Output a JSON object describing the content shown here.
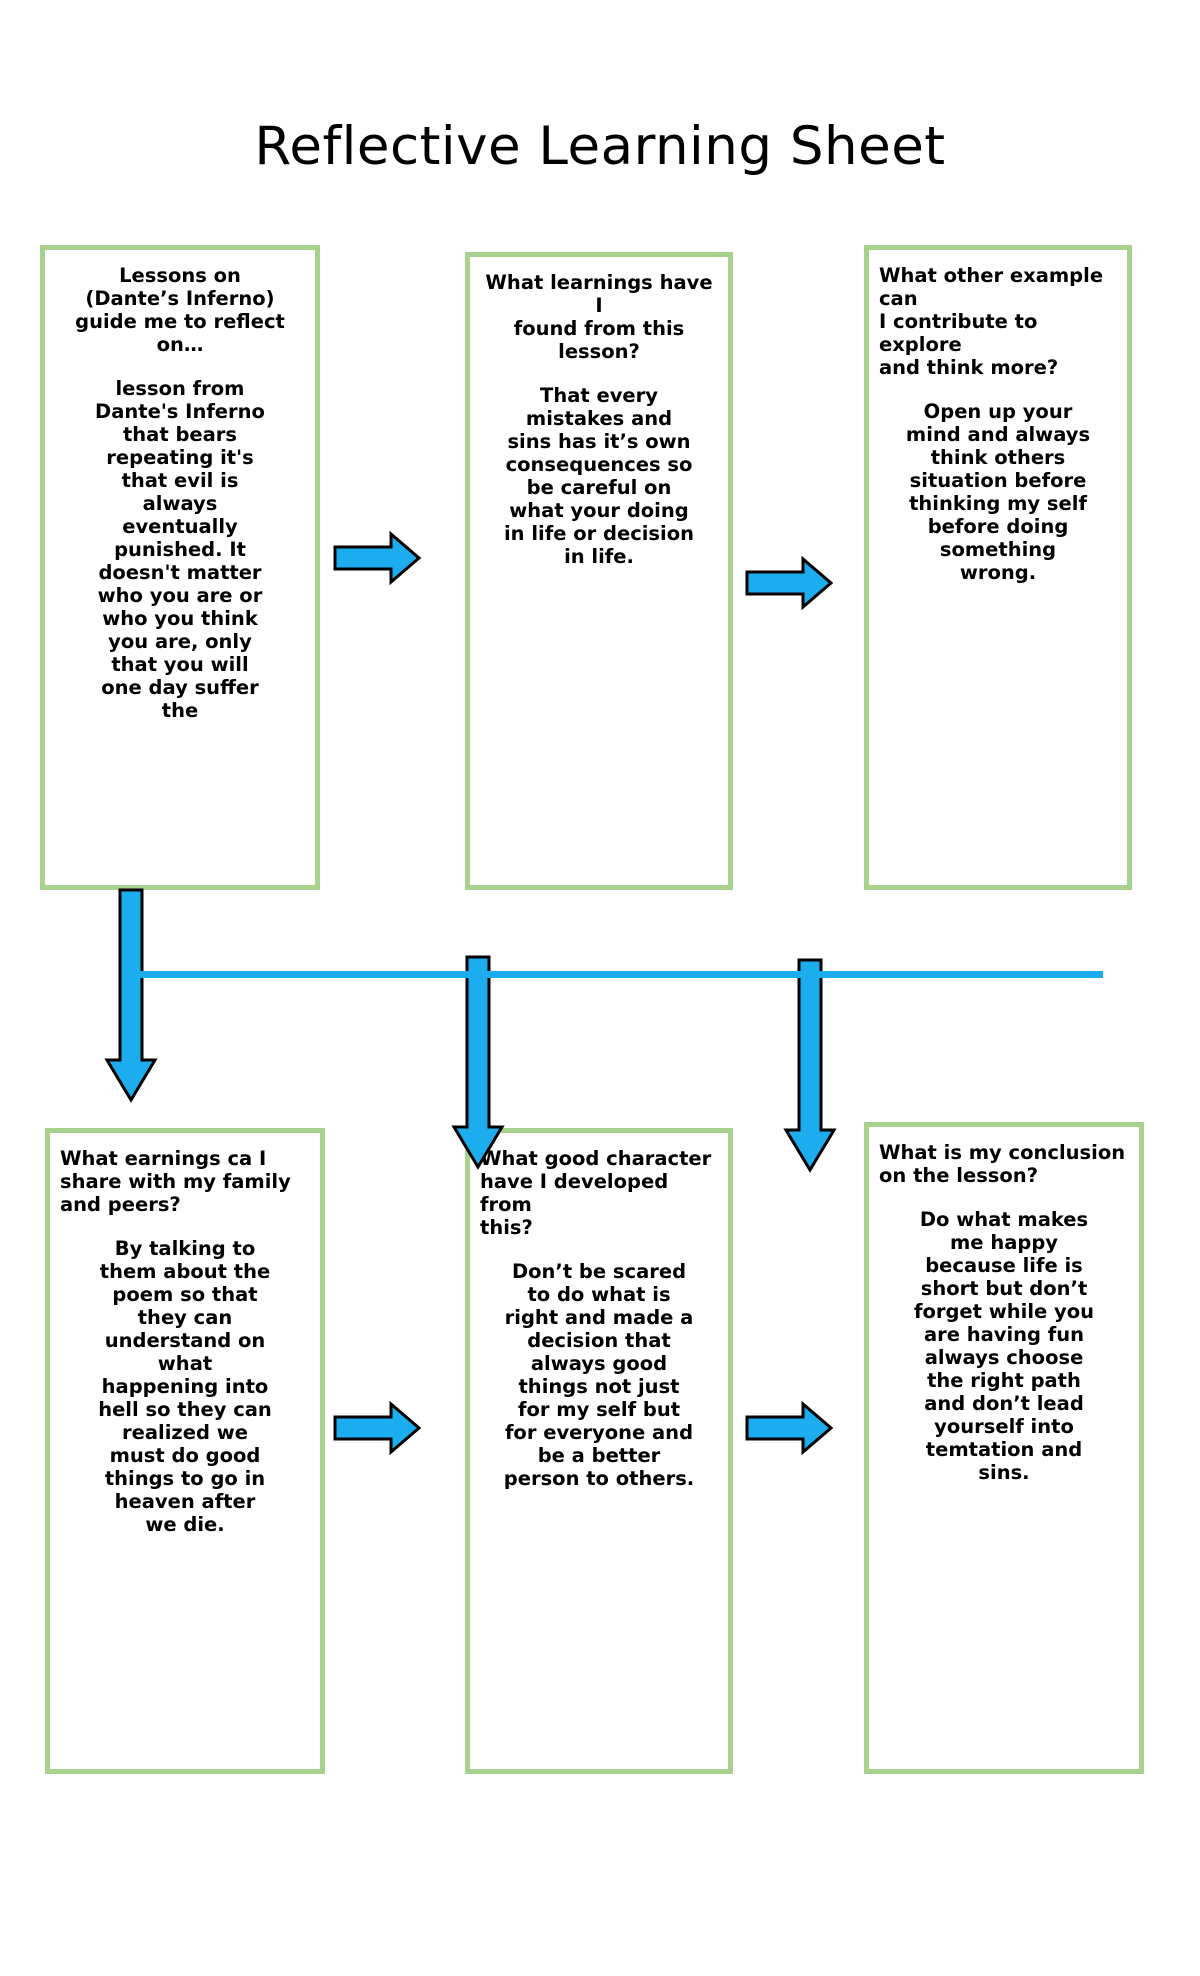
{
  "title": "Reflective Learning Sheet",
  "colors": {
    "box_border": "#a9d18e",
    "arrow_fill": "#1cadef",
    "arrow_stroke": "#000000",
    "connector_line": "#1cadef",
    "text": "#000000",
    "background": "#ffffff"
  },
  "boxes": [
    {
      "id": "lessons-reflect",
      "question": "Lessons on\n(Dante’s Inferno)\nguide me to reflect\non…",
      "answer": "lesson from\nDante's Inferno\nthat bears\nrepeating it's\nthat evil is\nalways\neventually\npunished. It\ndoesn't matter\nwho you are or\nwho you think\nyou are, only\nthat you will\none day suffer\nthe"
    },
    {
      "id": "learnings-found",
      "question": "What learnings have I\nfound from this lesson?",
      "answer": "That every\nmistakes and\nsins has it’s own\nconsequences so\nbe careful on\nwhat your doing\nin life or decision\nin life."
    },
    {
      "id": "other-example",
      "question": "What other example can\nI contribute to explore\nand think more?",
      "answer": "Open up your\nmind and always\nthink others\nsituation before\nthinking my self\nbefore doing\nsomething\nwrong."
    },
    {
      "id": "earnings-share",
      "question": "What earnings ca I\nshare with my family\nand peers?",
      "answer": "By talking to\nthem about the\npoem so that\nthey can\nunderstand on\nwhat\nhappening into\nhell so they can\nrealized we\nmust do good\nthings to go in\nheaven after\nwe die."
    },
    {
      "id": "good-character",
      "question": "What good character\nhave I developed from\nthis?",
      "answer": "Don’t be scared\nto do what is\nright and made a\ndecision that\nalways good\nthings not just\nfor my self but\nfor everyone and\nbe a better\nperson to others."
    },
    {
      "id": "conclusion",
      "question": "What is my conclusion\non the lesson?",
      "answer": "Do what makes\nme happy\nbecause life is\nshort but don’t\nforget while you\nare having fun\nalways choose\nthe right path\nand don’t lead\nyourself into\ntemtation and\nsins."
    }
  ],
  "connectors": {
    "horizontal_arrows": 4,
    "vertical_arrows": 3,
    "line_label": ""
  }
}
